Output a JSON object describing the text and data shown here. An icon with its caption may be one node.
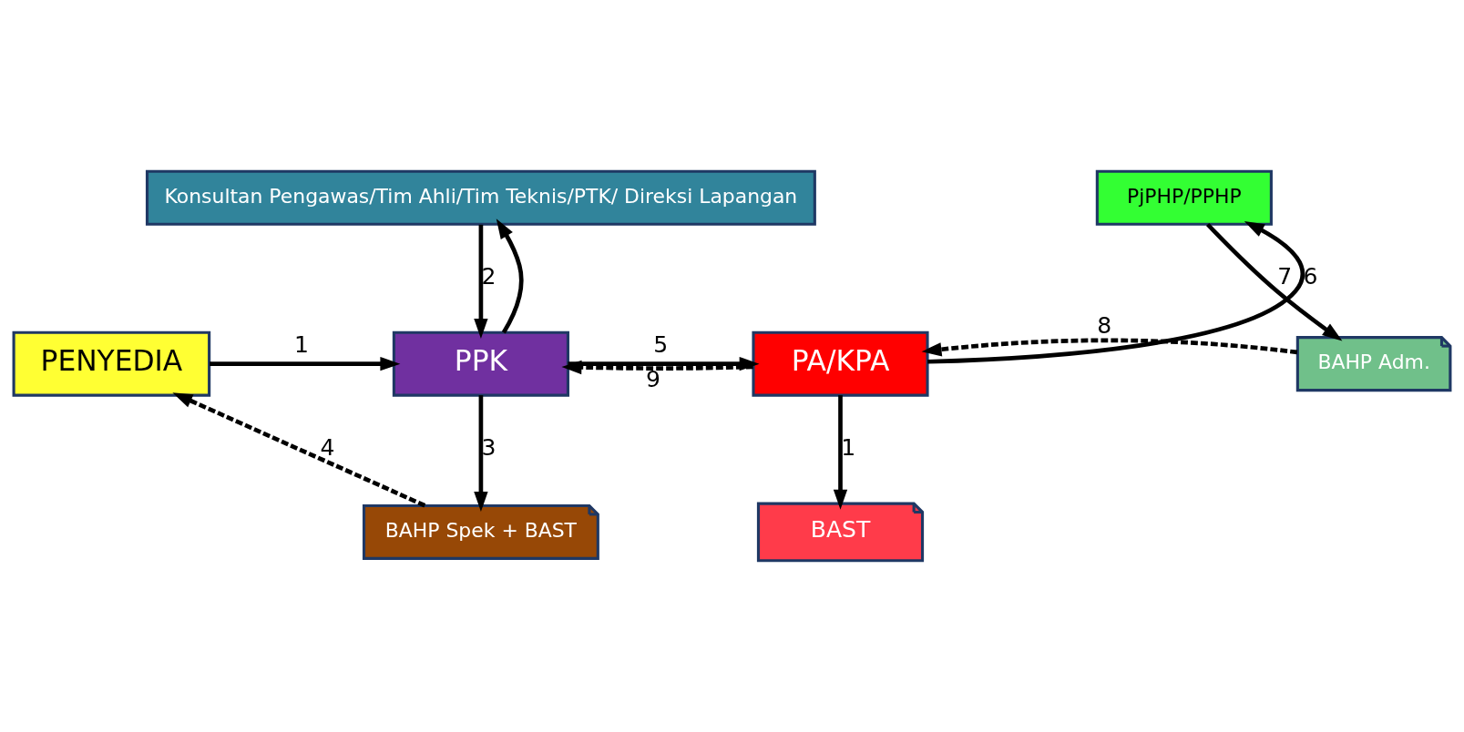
{
  "diagram": {
    "nodes": [
      {
        "text": [
          "PENYEDIA"
        ]
      },
      {
        "text": [
          "Konsultan Pengawas/Tim Ahli/Tim Teknis/PTK/ Direksi Lapangan"
        ]
      },
      {
        "text": [
          "PPK"
        ]
      },
      {
        "text": [
          "PjPHP/PPHP"
        ]
      },
      {
        "text": [
          "PA/KPA"
        ]
      },
      {
        "text": [
          "BAHP Adm."
        ]
      },
      {
        "text": [
          "BAHP Spek + BAST"
        ]
      },
      {
        "text": [
          "BAST"
        ]
      }
    ],
    "edges": [
      {
        "from": 0,
        "to": 2,
        "arrow": "to",
        "label": "1"
      },
      {
        "from": 6,
        "to": 0,
        "arrow": "to",
        "label": "4",
        "style": "dashed"
      },
      {
        "from": 1,
        "to": 2,
        "arrow": "to",
        "label": "2"
      },
      {
        "from": 2,
        "to": 1,
        "arrow": "to"
      },
      {
        "from": 2,
        "to": 6,
        "arrow": "to",
        "label": "3"
      },
      {
        "from": 2,
        "to": 4,
        "arrow": "to",
        "label": "5"
      },
      {
        "from": 4,
        "to": 2,
        "arrow": "to",
        "label": "9",
        "style": "dashed"
      },
      {
        "from": 4,
        "to": 3,
        "arrow": "to",
        "label": "6"
      },
      {
        "from": 3,
        "to": 5,
        "arrow": "to",
        "label": "7"
      },
      {
        "from": 5,
        "to": 4,
        "arrow": "to",
        "label": "8",
        "style": "dashed"
      },
      {
        "from": 4,
        "to": 7,
        "arrow": "to",
        "label": "1"
      }
    ]
  }
}
